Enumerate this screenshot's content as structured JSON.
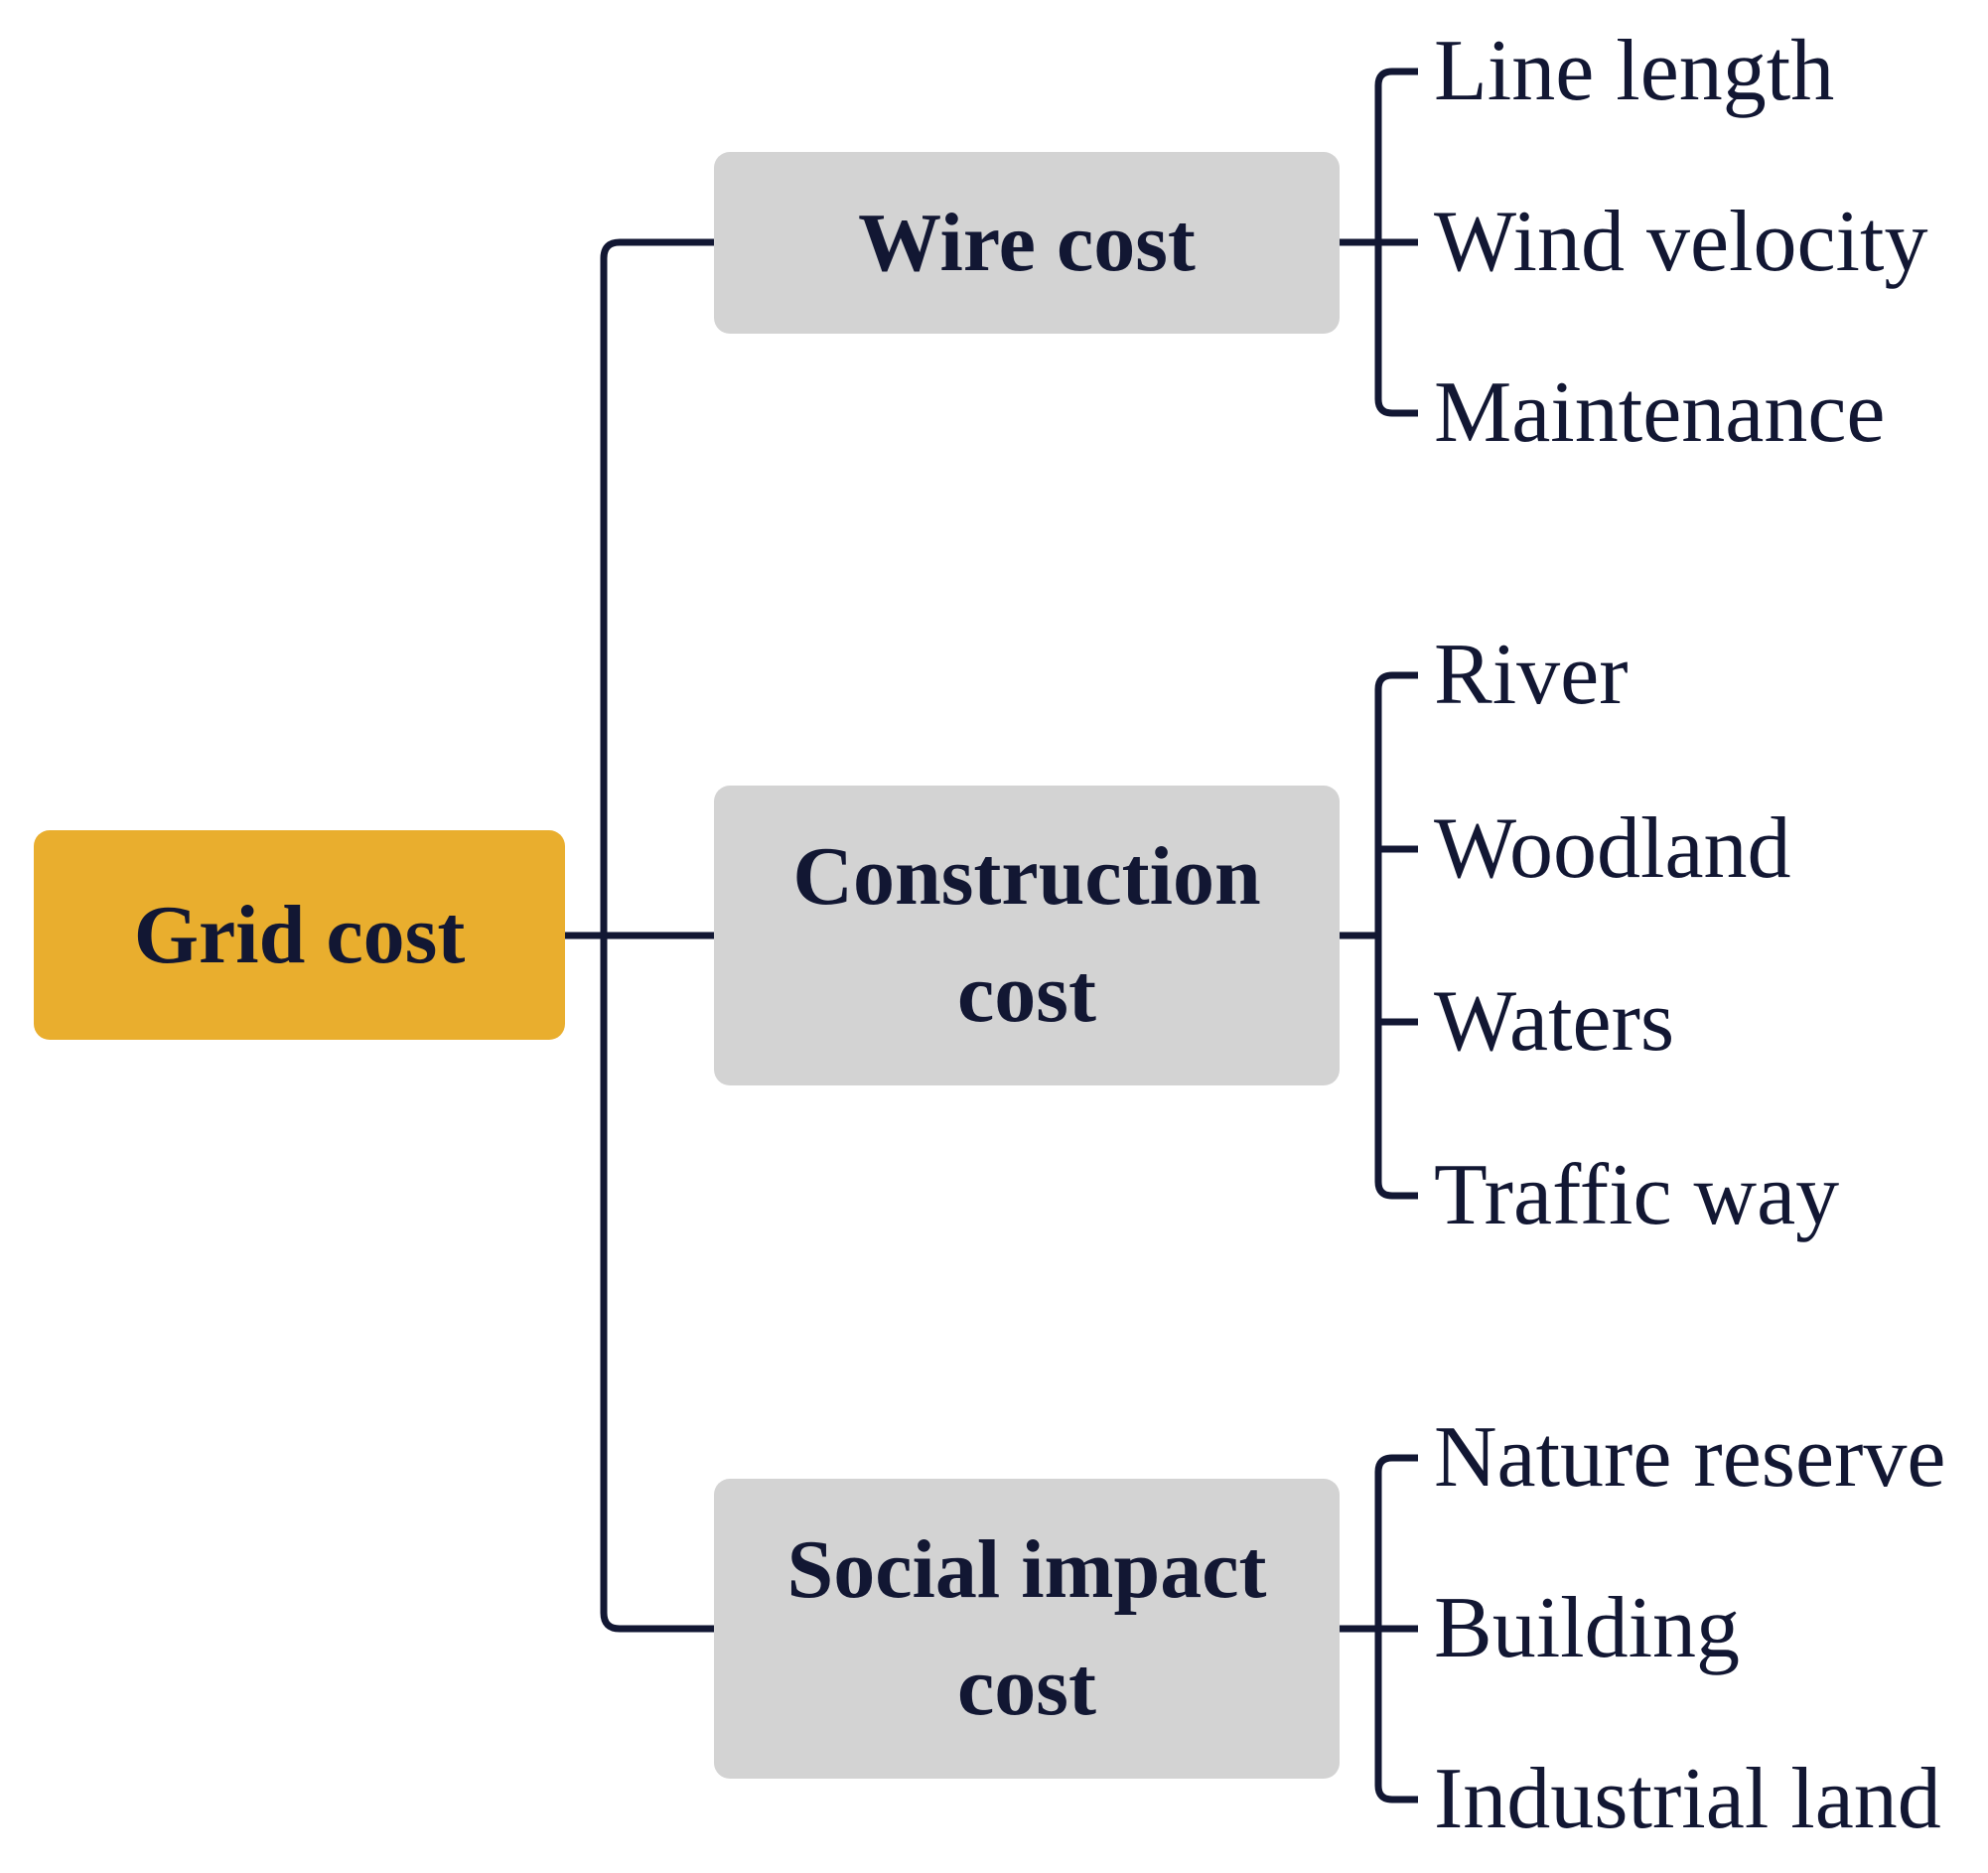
{
  "root": {
    "label": "Grid cost",
    "color": "#E9AE2E"
  },
  "line_color": "#121733",
  "category_color": "#D3D3D3",
  "categories": [
    {
      "label": "Wire cost",
      "factors": [
        "Line length",
        "Wind velocity",
        "Maintenance"
      ]
    },
    {
      "label": "Construction\ncost",
      "factors": [
        "River",
        "Woodland",
        "Waters",
        "Traffic way"
      ]
    },
    {
      "label": "Social impact\ncost",
      "factors": [
        "Nature reserve",
        "Building",
        "Industrial land"
      ]
    }
  ]
}
